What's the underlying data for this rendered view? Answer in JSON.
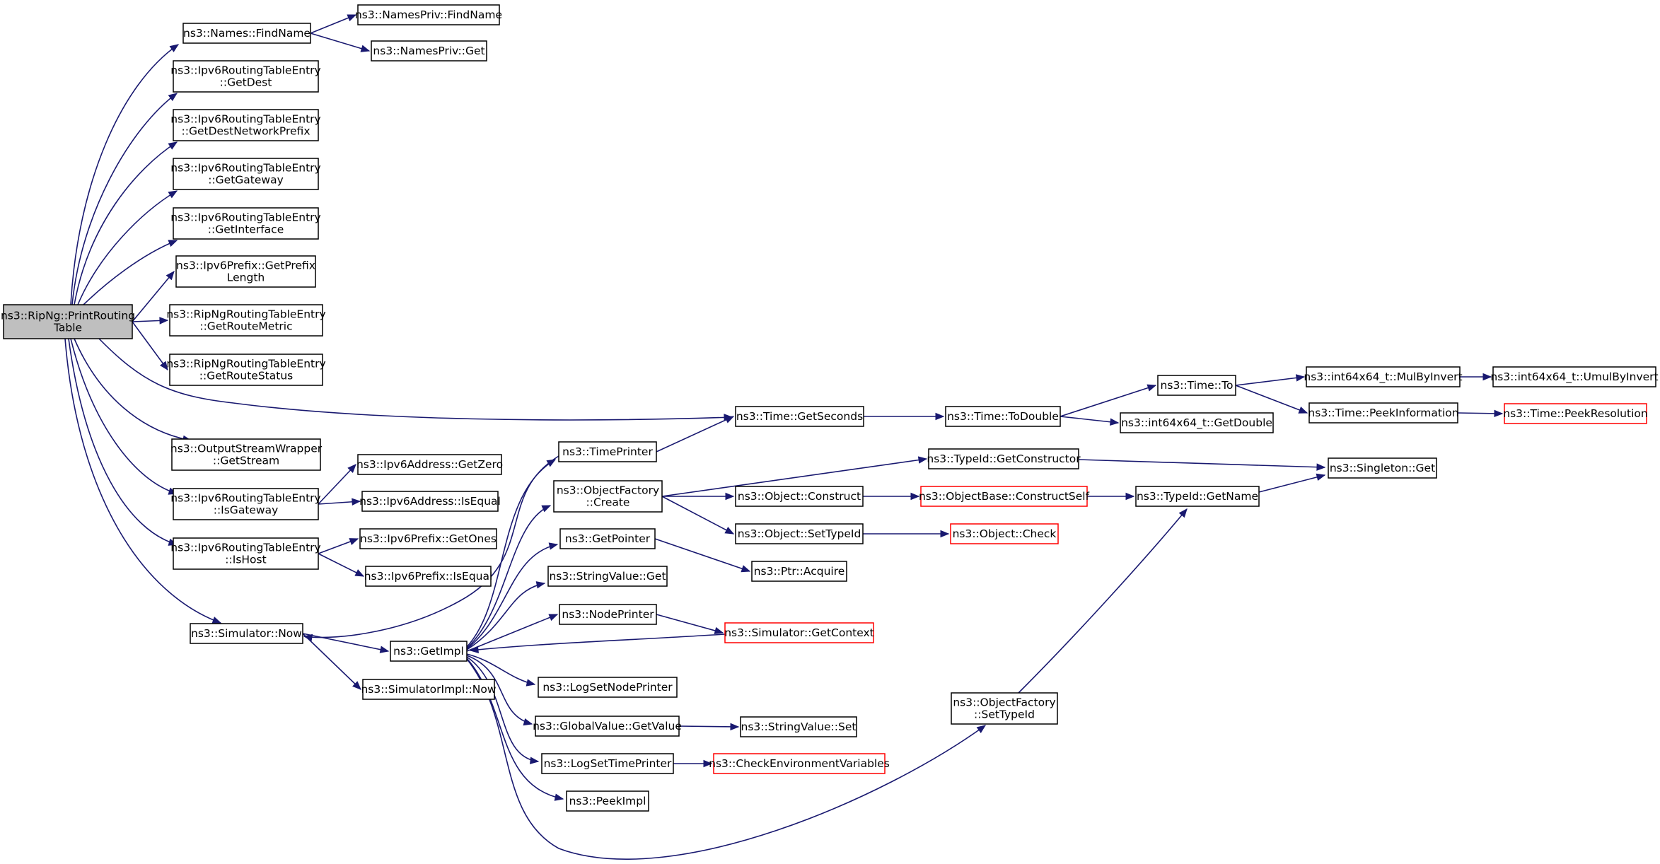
{
  "nodes": [
    {
      "id": "root",
      "lines": [
        "ns3::RipNg::PrintRouting",
        "Table"
      ],
      "style": "root"
    },
    {
      "id": "names_findname",
      "lines": [
        "ns3::Names::FindName"
      ]
    },
    {
      "id": "namespriv_findname",
      "lines": [
        "ns3::NamesPriv::FindName"
      ]
    },
    {
      "id": "namespriv_get",
      "lines": [
        "ns3::NamesPriv::Get"
      ]
    },
    {
      "id": "rte_getdest",
      "lines": [
        "ns3::Ipv6RoutingTableEntry",
        "::GetDest"
      ]
    },
    {
      "id": "rte_getdestprefix",
      "lines": [
        "ns3::Ipv6RoutingTableEntry",
        "::GetDestNetworkPrefix"
      ]
    },
    {
      "id": "rte_getgateway",
      "lines": [
        "ns3::Ipv6RoutingTableEntry",
        "::GetGateway"
      ]
    },
    {
      "id": "rte_getinterface",
      "lines": [
        "ns3::Ipv6RoutingTableEntry",
        "::GetInterface"
      ]
    },
    {
      "id": "prefix_getprefixlength",
      "lines": [
        "ns3::Ipv6Prefix::GetPrefix",
        "Length"
      ]
    },
    {
      "id": "ripng_getroutemetric",
      "lines": [
        "ns3::RipNgRoutingTableEntry",
        "::GetRouteMetric"
      ]
    },
    {
      "id": "ripng_getroutestatus",
      "lines": [
        "ns3::RipNgRoutingTableEntry",
        "::GetRouteStatus"
      ]
    },
    {
      "id": "osw_getstream",
      "lines": [
        "ns3::OutputStreamWrapper",
        "::GetStream"
      ]
    },
    {
      "id": "rte_isgateway",
      "lines": [
        "ns3::Ipv6RoutingTableEntry",
        "::IsGateway"
      ]
    },
    {
      "id": "rte_ishost",
      "lines": [
        "ns3::Ipv6RoutingTableEntry",
        "::IsHost"
      ]
    },
    {
      "id": "addr_getzero",
      "lines": [
        "ns3::Ipv6Address::GetZero"
      ]
    },
    {
      "id": "addr_isequal",
      "lines": [
        "ns3::Ipv6Address::IsEqual"
      ]
    },
    {
      "id": "prefix_getones",
      "lines": [
        "ns3::Ipv6Prefix::GetOnes"
      ]
    },
    {
      "id": "prefix_isequal",
      "lines": [
        "ns3::Ipv6Prefix::IsEqual"
      ]
    },
    {
      "id": "sim_now",
      "lines": [
        "ns3::Simulator::Now"
      ]
    },
    {
      "id": "getimpl",
      "lines": [
        "ns3::GetImpl"
      ]
    },
    {
      "id": "simimpl_now",
      "lines": [
        "ns3::SimulatorImpl::Now"
      ]
    },
    {
      "id": "timeprinter",
      "lines": [
        "ns3::TimePrinter"
      ]
    },
    {
      "id": "of_create",
      "lines": [
        "ns3::ObjectFactory",
        "::Create"
      ]
    },
    {
      "id": "getpointer",
      "lines": [
        "ns3::GetPointer"
      ]
    },
    {
      "id": "stringvalue_get",
      "lines": [
        "ns3::StringValue::Get"
      ]
    },
    {
      "id": "nodeprinter",
      "lines": [
        "ns3::NodePrinter"
      ]
    },
    {
      "id": "logsetnodeprinter",
      "lines": [
        "ns3::LogSetNodePrinter"
      ]
    },
    {
      "id": "globalvalue_getvalue",
      "lines": [
        "ns3::GlobalValue::GetValue"
      ]
    },
    {
      "id": "logsettimeprinter",
      "lines": [
        "ns3::LogSetTimePrinter"
      ]
    },
    {
      "id": "peekimpl",
      "lines": [
        "ns3::PeekImpl"
      ]
    },
    {
      "id": "time_getseconds",
      "lines": [
        "ns3::Time::GetSeconds"
      ]
    },
    {
      "id": "time_todouble",
      "lines": [
        "ns3::Time::ToDouble"
      ]
    },
    {
      "id": "time_to",
      "lines": [
        "ns3::Time::To"
      ]
    },
    {
      "id": "int64_getdouble",
      "lines": [
        "ns3::int64x64_t::GetDouble"
      ]
    },
    {
      "id": "int64_mulbyinvert",
      "lines": [
        "ns3::int64x64_t::MulByInvert"
      ]
    },
    {
      "id": "int64_umulbyinvert",
      "lines": [
        "ns3::int64x64_t::UmulByInvert"
      ]
    },
    {
      "id": "time_peekinformation",
      "lines": [
        "ns3::Time::PeekInformation"
      ]
    },
    {
      "id": "time_peekresolution",
      "lines": [
        "ns3::Time::PeekResolution"
      ],
      "style": "red"
    },
    {
      "id": "typeid_getconstructor",
      "lines": [
        "ns3::TypeId::GetConstructor"
      ]
    },
    {
      "id": "object_construct",
      "lines": [
        "ns3::Object::Construct"
      ]
    },
    {
      "id": "object_settypeid",
      "lines": [
        "ns3::Object::SetTypeId"
      ]
    },
    {
      "id": "ptr_acquire",
      "lines": [
        "ns3::Ptr::Acquire"
      ]
    },
    {
      "id": "sim_getcontext",
      "lines": [
        "ns3::Simulator::GetContext"
      ],
      "style": "red"
    },
    {
      "id": "stringvalue_set",
      "lines": [
        "ns3::StringValue::Set"
      ]
    },
    {
      "id": "checkenv",
      "lines": [
        "ns3::CheckEnvironmentVariables"
      ],
      "style": "red"
    },
    {
      "id": "of_settypeid",
      "lines": [
        "ns3::ObjectFactory",
        "::SetTypeId"
      ]
    },
    {
      "id": "objectbase_constructself",
      "lines": [
        "ns3::ObjectBase::ConstructSelf"
      ],
      "style": "red"
    },
    {
      "id": "object_check",
      "lines": [
        "ns3::Object::Check"
      ],
      "style": "red"
    },
    {
      "id": "typeid_getname",
      "lines": [
        "ns3::TypeId::GetName"
      ]
    },
    {
      "id": "singleton_get",
      "lines": [
        "ns3::Singleton::Get"
      ]
    }
  ],
  "edges": [
    [
      "root",
      "names_findname"
    ],
    [
      "names_findname",
      "namespriv_findname"
    ],
    [
      "names_findname",
      "namespriv_get"
    ],
    [
      "root",
      "rte_getdest"
    ],
    [
      "root",
      "rte_getdestprefix"
    ],
    [
      "root",
      "rte_getgateway"
    ],
    [
      "root",
      "rte_getinterface"
    ],
    [
      "root",
      "prefix_getprefixlength"
    ],
    [
      "root",
      "ripng_getroutemetric"
    ],
    [
      "root",
      "ripng_getroutestatus"
    ],
    [
      "root",
      "time_getseconds"
    ],
    [
      "root",
      "osw_getstream"
    ],
    [
      "root",
      "rte_isgateway"
    ],
    [
      "root",
      "rte_ishost"
    ],
    [
      "root",
      "sim_now"
    ],
    [
      "rte_isgateway",
      "addr_getzero"
    ],
    [
      "rte_isgateway",
      "addr_isequal"
    ],
    [
      "rte_ishost",
      "prefix_getones"
    ],
    [
      "rte_ishost",
      "prefix_isequal"
    ],
    [
      "sim_now",
      "getimpl"
    ],
    [
      "sim_now",
      "simimpl_now"
    ],
    [
      "getimpl",
      "timeprinter"
    ],
    [
      "getimpl",
      "of_create"
    ],
    [
      "getimpl",
      "getpointer"
    ],
    [
      "getimpl",
      "stringvalue_get"
    ],
    [
      "getimpl",
      "nodeprinter"
    ],
    [
      "getimpl",
      "logsetnodeprinter"
    ],
    [
      "getimpl",
      "globalvalue_getvalue"
    ],
    [
      "getimpl",
      "logsettimeprinter"
    ],
    [
      "getimpl",
      "peekimpl"
    ],
    [
      "getimpl",
      "of_settypeid"
    ],
    [
      "timeprinter",
      "sim_now"
    ],
    [
      "timeprinter",
      "time_getseconds"
    ],
    [
      "nodeprinter",
      "sim_getcontext"
    ],
    [
      "sim_getcontext",
      "getimpl"
    ],
    [
      "time_getseconds",
      "time_todouble"
    ],
    [
      "time_todouble",
      "time_to"
    ],
    [
      "time_todouble",
      "int64_getdouble"
    ],
    [
      "time_to",
      "int64_mulbyinvert"
    ],
    [
      "time_to",
      "time_peekinformation"
    ],
    [
      "int64_mulbyinvert",
      "int64_umulbyinvert"
    ],
    [
      "time_peekinformation",
      "time_peekresolution"
    ],
    [
      "of_create",
      "typeid_getconstructor"
    ],
    [
      "of_create",
      "object_construct"
    ],
    [
      "of_create",
      "object_settypeid"
    ],
    [
      "typeid_getconstructor",
      "singleton_get"
    ],
    [
      "object_construct",
      "objectbase_constructself"
    ],
    [
      "objectbase_constructself",
      "typeid_getname"
    ],
    [
      "typeid_getname",
      "singleton_get"
    ],
    [
      "object_settypeid",
      "object_check"
    ],
    [
      "getpointer",
      "ptr_acquire"
    ],
    [
      "globalvalue_getvalue",
      "stringvalue_set"
    ],
    [
      "logsettimeprinter",
      "checkenv"
    ],
    [
      "of_settypeid",
      "typeid_getname"
    ]
  ]
}
